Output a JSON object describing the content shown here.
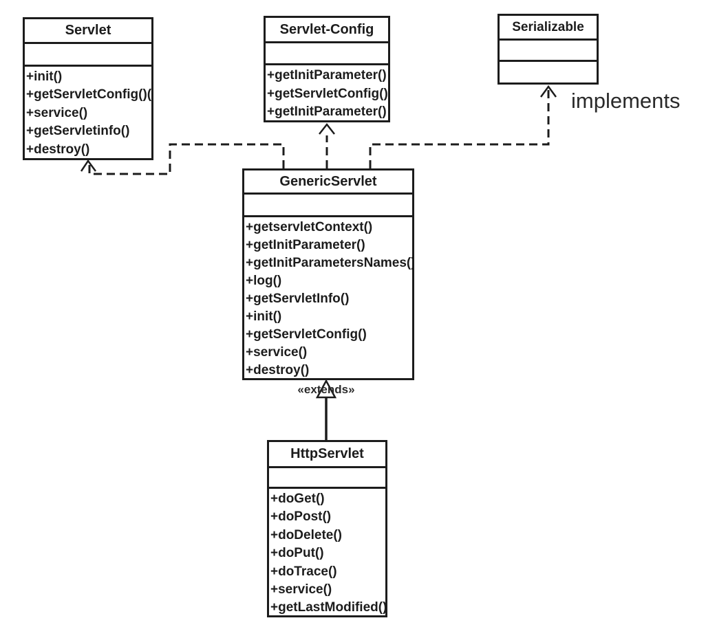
{
  "classes": {
    "servlet": {
      "name": "Servlet",
      "methods": [
        "+init()",
        "+getServletConfig()()",
        "+service()",
        "+getServletinfo()",
        "+destroy()"
      ]
    },
    "servlet_config": {
      "name": "Servlet-Config",
      "methods": [
        "+getInitParameter()",
        "+getServletConfig()",
        "+getInitParameter()"
      ]
    },
    "serializable": {
      "name": "Serializable",
      "methods": []
    },
    "generic_servlet": {
      "name": "GenericServlet",
      "methods": [
        "+getservletContext()",
        "+getInitParameter()",
        "+getInitParametersNames()",
        "+log()",
        "+getServletInfo()",
        "+init()",
        "+getServletConfig()",
        "+service()",
        "+destroy()"
      ]
    },
    "http_servlet": {
      "name": "HttpServlet",
      "methods": [
        "+doGet()",
        "+doPost()",
        "+doDelete()",
        "+doPut()",
        "+doTrace()",
        "+service()",
        "+getLastModified()"
      ]
    }
  },
  "labels": {
    "implements": "implements",
    "extends": "«extends»"
  },
  "relationships": [
    {
      "from": "GenericServlet",
      "to": "Servlet",
      "style": "dashed",
      "arrow": "open",
      "label": ""
    },
    {
      "from": "GenericServlet",
      "to": "Servlet-Config",
      "style": "dashed",
      "arrow": "open",
      "label": ""
    },
    {
      "from": "GenericServlet",
      "to": "Serializable",
      "style": "dashed",
      "arrow": "open",
      "label": "implements"
    },
    {
      "from": "HttpServlet",
      "to": "GenericServlet",
      "style": "solid",
      "arrow": "hollow-triangle",
      "label": "«extends»"
    }
  ],
  "colors": {
    "line": "#1c1c1c",
    "text": "#1c1c1c",
    "background": "#ffffff"
  }
}
